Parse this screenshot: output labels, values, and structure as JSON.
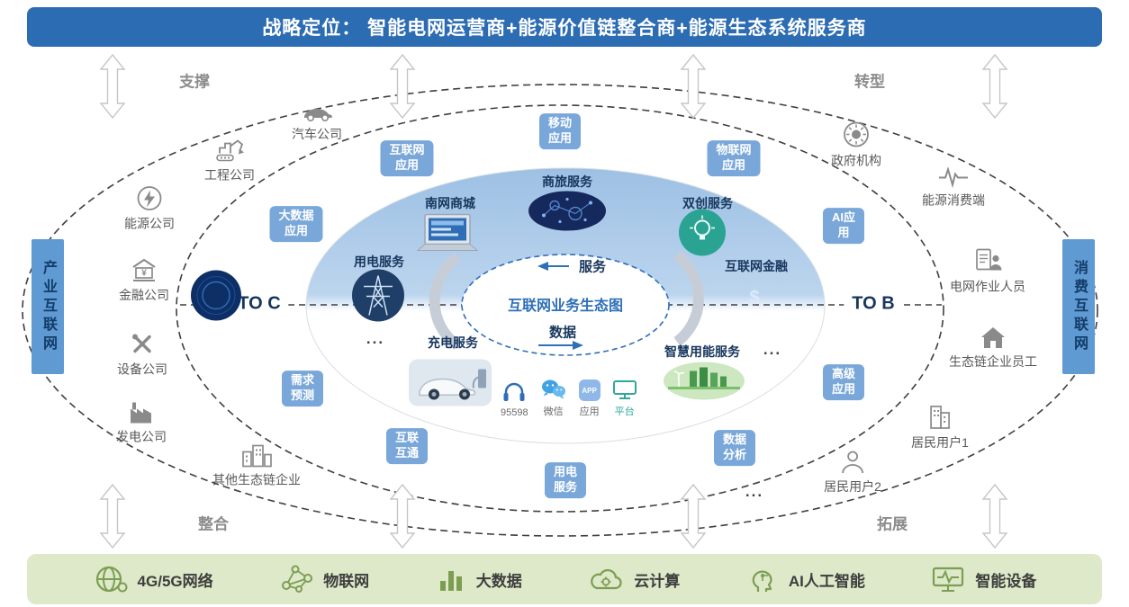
{
  "banner": {
    "title": "战略定位： 智能电网运营商+能源价值链整合商+能源生态系统服务商"
  },
  "corner_labels": {
    "top_left": "支撑",
    "top_right": "转型",
    "bottom_left": "整合",
    "bottom_right": "拓展"
  },
  "side_bars": {
    "left": "产业互联网",
    "right": "消费互联网"
  },
  "segments": {
    "left": "TO C",
    "right": "TO B"
  },
  "center": {
    "title": "互联网业务生态图",
    "flow_top": "服务",
    "flow_bottom": "数据"
  },
  "app_labels": [
    {
      "text": "互联网\n应用"
    },
    {
      "text": "大数据\n应用"
    },
    {
      "text": "移动\n应用"
    },
    {
      "text": "物联网\n应用"
    },
    {
      "text": "AI应\n用"
    },
    {
      "text": "需求\n预测"
    },
    {
      "text": "高级\n应用"
    },
    {
      "text": "数据\n分析"
    },
    {
      "text": "互联\n互通"
    },
    {
      "text": "用电\n服务"
    }
  ],
  "services": [
    {
      "name": "南网商城"
    },
    {
      "name": "商旅服务"
    },
    {
      "name": "双创服务"
    },
    {
      "name": "互联网金融",
      "glyph": "$"
    },
    {
      "name": "智慧用能服务"
    },
    {
      "name": "充电服务"
    },
    {
      "name": "用电服务"
    }
  ],
  "channels": [
    {
      "label": "95598"
    },
    {
      "label": "微信"
    },
    {
      "label": "应用",
      "glyph": "APP"
    },
    {
      "label": "平台"
    }
  ],
  "left_entities": [
    {
      "label": "工程公司"
    },
    {
      "label": "汽车公司"
    },
    {
      "label": "能源公司"
    },
    {
      "label": "金融公司",
      "glyph": "¥"
    },
    {
      "label": "设备公司"
    },
    {
      "label": "发电公司"
    },
    {
      "label": "其他生态链企业"
    }
  ],
  "right_entities": [
    {
      "label": "政府机构"
    },
    {
      "label": "能源消费端"
    },
    {
      "label": "电网作业人员"
    },
    {
      "label": "生态链企业员工"
    },
    {
      "label": "居民用户1"
    },
    {
      "label": "居民用户2"
    }
  ],
  "bottom_bar": {
    "items": [
      {
        "label": "4G/5G网络"
      },
      {
        "label": "物联网"
      },
      {
        "label": "大数据"
      },
      {
        "label": "云计算"
      },
      {
        "label": "AI人工智能"
      },
      {
        "label": "智能设备"
      }
    ]
  },
  "ellipsis": "...",
  "colors": {
    "banner_blue": "#2c6cb3",
    "label_blue": "#79a7d9",
    "panel_green": "#dde9c9",
    "icon_green": "#7d9d53",
    "navy": "#17365d",
    "accent_blue": "#2e6fb7",
    "entity_gray": "#8a8a8a"
  }
}
